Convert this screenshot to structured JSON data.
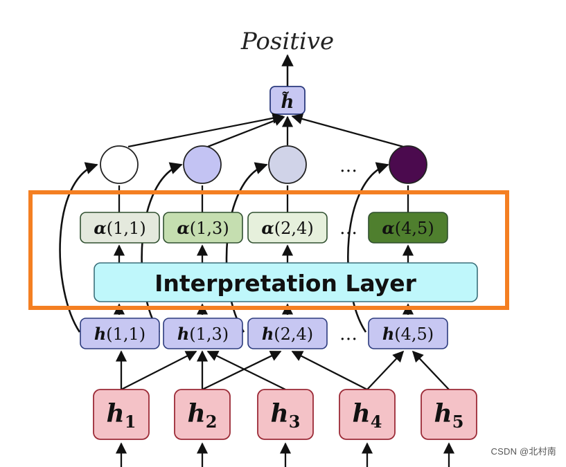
{
  "output_label": "Positive",
  "pooled_node": {
    "label": "h̃"
  },
  "layer_label": "Interpretation Layer",
  "ellipsis": "…",
  "inputs": [
    {
      "base": "h",
      "sub": "1"
    },
    {
      "base": "h",
      "sub": "2"
    },
    {
      "base": "h",
      "sub": "3"
    },
    {
      "base": "h",
      "sub": "4"
    },
    {
      "base": "h",
      "sub": "5"
    }
  ],
  "span_nodes": [
    {
      "symbol": "h",
      "args": "(1,1)"
    },
    {
      "symbol": "h",
      "args": "(1,3)"
    },
    {
      "symbol": "h",
      "args": "(2,4)"
    },
    {
      "symbol": "h",
      "args": "(4,5)"
    }
  ],
  "alpha_nodes": [
    {
      "symbol": "α",
      "args": "(1,1)",
      "color": "#e4e9dd"
    },
    {
      "symbol": "α",
      "args": "(1,3)",
      "color": "#c5deb0"
    },
    {
      "symbol": "α",
      "args": "(2,4)",
      "color": "#e6f0dc"
    },
    {
      "symbol": "α",
      "args": "(4,5)",
      "color": "#4f7f2e"
    }
  ],
  "weighted_circles": [
    {
      "color": "#ffffff"
    },
    {
      "color": "#c3c3f3"
    },
    {
      "color": "#d0d3e8"
    },
    {
      "color": "#4b0a4e"
    }
  ],
  "colors": {
    "input_fill": "#f4c2c7",
    "span_fill": "#c7c7f2",
    "layer_fill": "#bff7fb",
    "highlight_stroke": "#f47f22"
  },
  "watermark": "CSDN @北村南"
}
